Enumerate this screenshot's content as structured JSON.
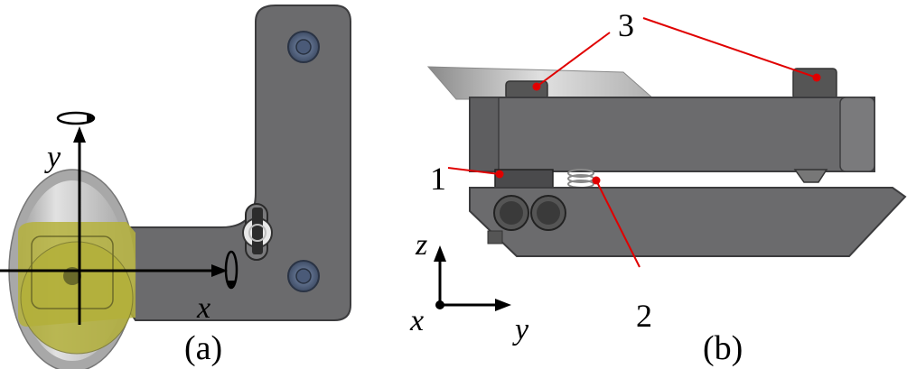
{
  "panel_a": {
    "caption": "(a)",
    "axis_x": "x",
    "axis_y": "y"
  },
  "panel_b": {
    "caption": "(b)",
    "axis_z": "z",
    "axis_y": "y",
    "axis_x": "x",
    "callouts": [
      "1",
      "2",
      "3"
    ]
  },
  "colors": {
    "plate": "#6b6b6d",
    "plate_dark": "#4e4e50",
    "cylinder_yellow": "#b5b23c",
    "cylinder_silver": "#c8c8c8",
    "callout_line": "#e00000",
    "bolt": "#5c6e8a"
  }
}
